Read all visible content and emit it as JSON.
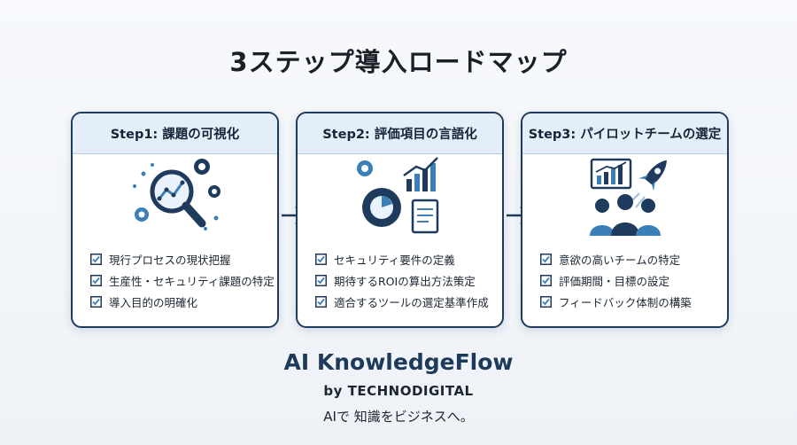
{
  "title": "3ステップ導入ロードマップ",
  "steps": [
    {
      "heading": "Step1: 課題の可視化",
      "illustration_icon": "magnifier-gears-icon",
      "items": [
        "現行プロセスの現状把握",
        "生産性・セキュリティ課題の特定",
        "導入目的の明確化"
      ]
    },
    {
      "heading": "Step2: 評価項目の言語化",
      "illustration_icon": "gears-chart-document-icon",
      "items": [
        "セキュリティ要件の定義",
        "期待するROIの算出方法策定",
        "適合するツールの選定基準作成"
      ]
    },
    {
      "heading": "Step3: パイロットチームの選定",
      "illustration_icon": "team-rocket-icon",
      "items": [
        "意欲の高いチームの特定",
        "評価期間・目標の設定",
        "フィードバック体制の構築"
      ]
    }
  ],
  "brand": {
    "name": "AI KnowledgeFlow",
    "by": "by TECHNODIGITAL",
    "tagline": "AIで 知識をビジネスへ。"
  },
  "colors": {
    "navy": "#1e3a5c",
    "accent_blue": "#3b7fb8",
    "header_bg": "#e3eef8"
  }
}
